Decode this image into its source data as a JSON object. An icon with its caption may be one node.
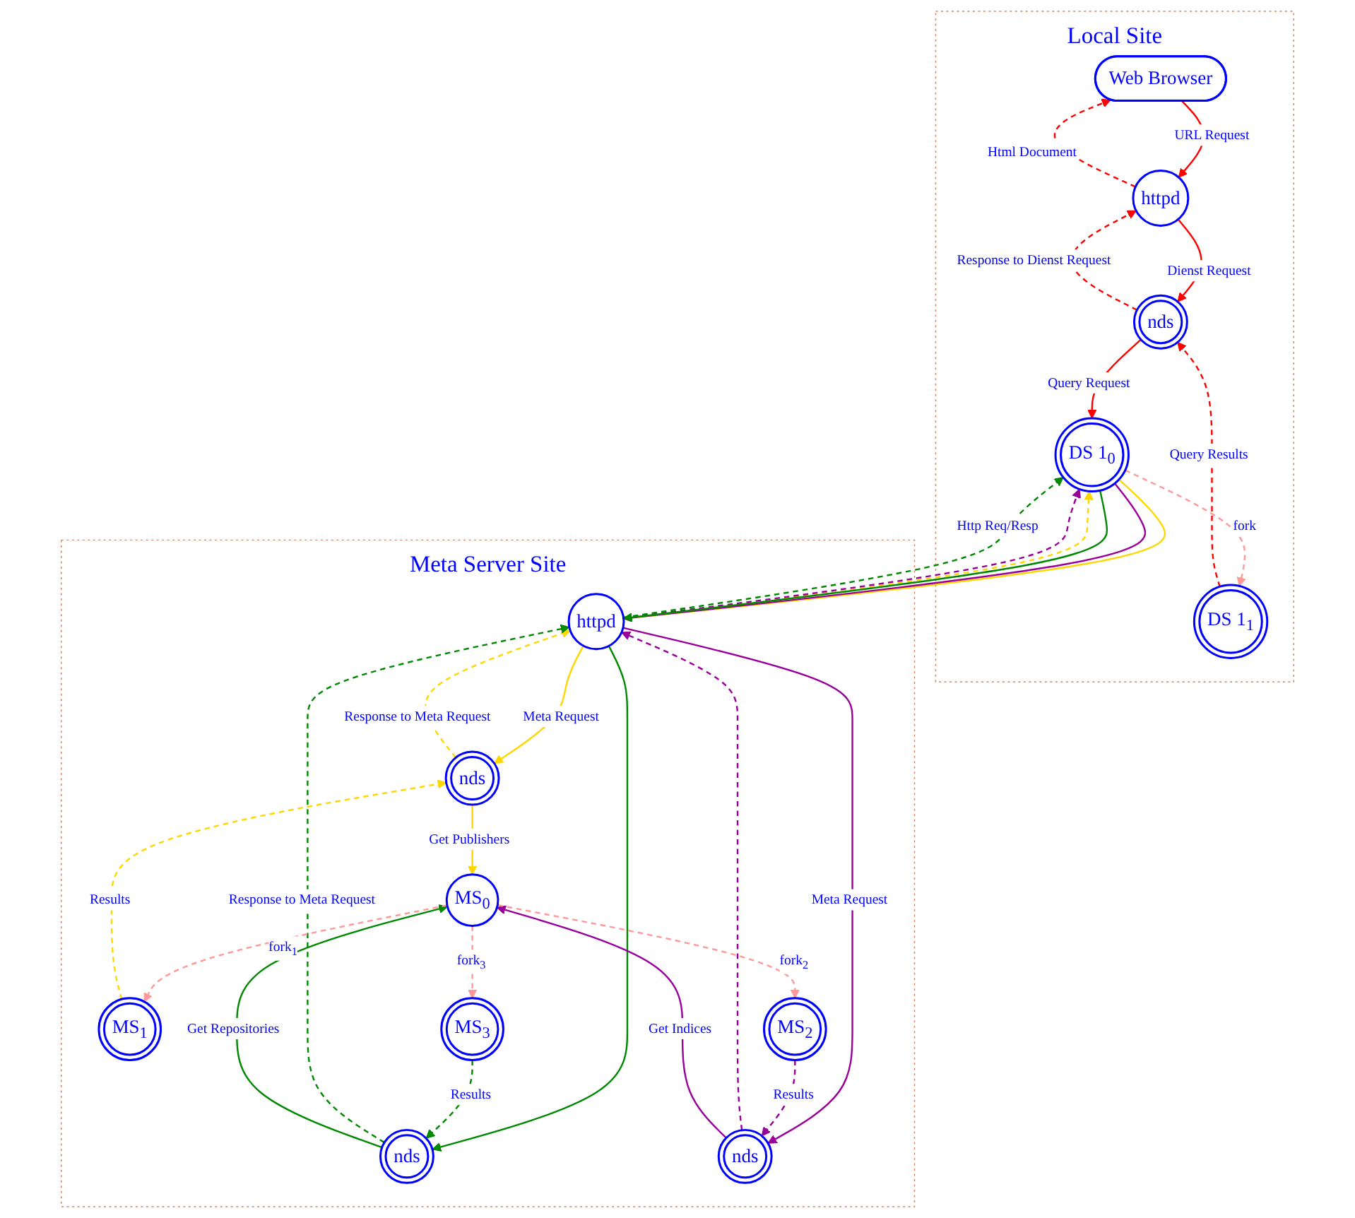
{
  "diagram": {
    "nodes": [
      {
        "text": [
          "Local Site"
        ]
      },
      {
        "text": [
          "Web Browser"
        ],
        "in": 0
      },
      {
        "text": [
          "httpd"
        ],
        "in": 0
      },
      {
        "text": [
          "nds"
        ],
        "in": 0
      },
      {
        "text": [
          "DS 1$_{1}$"
        ],
        "in": 0
      },
      {
        "text": [
          "DS 1$_{0}$"
        ],
        "in": 0
      },
      {
        "text": [
          "Meta Server Site"
        ]
      },
      {
        "text": [
          "httpd"
        ],
        "in": 6
      },
      {
        "text": [
          "nds"
        ],
        "in": 6
      },
      {
        "text": [
          "nds"
        ],
        "in": 6
      },
      {
        "text": [
          "nds"
        ],
        "in": 6
      },
      {
        "text": [
          "MS$_{1}$"
        ],
        "in": 6
      },
      {
        "text": [
          "MS$_{3}$"
        ],
        "in": 6
      },
      {
        "text": [
          "MS$_{0}$"
        ],
        "in": 6
      },
      {
        "text": [
          "MS$_{2}$"
        ],
        "in": 6
      }
    ],
    "edges": [
      {
        "from": 1,
        "to": 2,
        "arrow": "to",
        "label": "URL Request",
        "color": "#ff0000"
      },
      {
        "from": 2,
        "to": 1,
        "arrow": "to",
        "label": "Html Document",
        "style": "dashed",
        "color": "#ff0000"
      },
      {
        "from": 2,
        "to": 3,
        "arrow": "to",
        "label": "Dienst Request",
        "color": "#ff0000"
      },
      {
        "from": 3,
        "to": 2,
        "arrow": "to",
        "label": "Response to Dienst Request",
        "style": "dashed",
        "color": "#ff0000"
      },
      {
        "from": 4,
        "to": 3,
        "arrow": "to",
        "label": "Query Results",
        "style": "dashed",
        "color": "#ff0000"
      },
      {
        "from": 3,
        "to": 5,
        "arrow": "to",
        "label": "Query Request",
        "color": "#ff0000"
      },
      {
        "from": 5,
        "to": 4,
        "arrow": "to",
        "label": "fork",
        "style": "dashed",
        "color": "#ff9999"
      },
      {
        "from": 5,
        "to": 7,
        "arrow": "to",
        "color": "#ffd700"
      },
      {
        "from": 7,
        "to": 5,
        "arrow": "to",
        "style": "dashed",
        "color": "#ffd700"
      },
      {
        "from": 5,
        "to": 7,
        "arrow": "to",
        "color": "#990099"
      },
      {
        "from": 7,
        "to": 5,
        "arrow": "to",
        "style": "dashed",
        "color": "#990099"
      },
      {
        "from": 5,
        "to": 7,
        "arrow": "to",
        "color": "#008800"
      },
      {
        "from": 7,
        "to": 5,
        "arrow": "to",
        "label": "Http Req/Resp",
        "style": "dashed",
        "color": "#008800"
      },
      {
        "from": 7,
        "to": 8,
        "arrow": "to",
        "label": "Meta Request",
        "color": "#ffd700"
      },
      {
        "from": 8,
        "to": 7,
        "arrow": "to",
        "label": "Response to Meta Request",
        "style": "dashed",
        "color": "#ffd700"
      },
      {
        "from": 7,
        "to": 10,
        "arrow": "to",
        "label": "Meta Request",
        "color": "#990099"
      },
      {
        "from": 10,
        "to": 7,
        "arrow": "to",
        "style": "dashed",
        "color": "#990099"
      },
      {
        "from": 7,
        "to": 9,
        "arrow": "to",
        "color": "#008800"
      },
      {
        "from": 9,
        "to": 7,
        "arrow": "to",
        "label": "Response to Meta Request",
        "style": "dashed",
        "color": "#008800"
      },
      {
        "from": 11,
        "to": 8,
        "arrow": "to",
        "label": "Results",
        "style": "dashed",
        "color": "#ffd700"
      },
      {
        "from": 8,
        "to": 13,
        "arrow": "to",
        "label": "Get Publishers",
        "color": "#ffd700"
      },
      {
        "from": 10,
        "to": 13,
        "arrow": "to",
        "label": "Get Indices",
        "color": "#990099"
      },
      {
        "from": 14,
        "to": 10,
        "arrow": "to",
        "label": "Results",
        "style": "dashed",
        "color": "#990099"
      },
      {
        "from": 9,
        "to": 13,
        "arrow": "to",
        "label": "Get Repositories",
        "color": "#008800"
      },
      {
        "from": 12,
        "to": 9,
        "arrow": "to",
        "label": "Results",
        "style": "dashed",
        "color": "#008800"
      },
      {
        "from": 13,
        "to": 11,
        "arrow": "to",
        "label": "fork$_{1}$",
        "style": "dashed",
        "color": "#ff9999"
      },
      {
        "from": 13,
        "to": 14,
        "arrow": "to",
        "label": "fork$_{2}$",
        "style": "dashed",
        "color": "#ff9999"
      },
      {
        "from": 13,
        "to": 12,
        "arrow": "to",
        "label": "fork$_{3}$",
        "style": "dashed",
        "color": "#ff9999"
      }
    ]
  }
}
